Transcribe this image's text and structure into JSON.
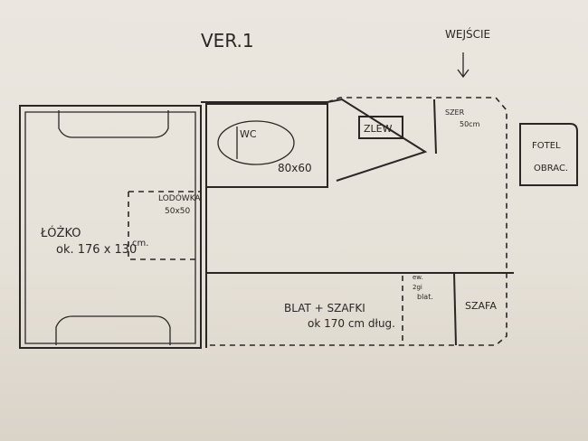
{
  "title": "VER.1",
  "entrance": "WEJŚCIE",
  "bed": {
    "label": "ŁÓŻKO",
    "size": "ok. 176 x 130",
    "unit": "cm."
  },
  "fridge": {
    "label": "LODÓWKA",
    "size": "50x50"
  },
  "wc": {
    "label": "WC",
    "size": "80x60"
  },
  "sink": "ZLEW",
  "width_note": {
    "line1": "SZER",
    "line2": "50cm"
  },
  "armchair": {
    "line1": "FOTEL",
    "line2": "OBRAC."
  },
  "counter": {
    "line1": "BLAT + SZAFKI",
    "line2": "ok 170 cm dług."
  },
  "extra_counter": {
    "line1": "ew.",
    "line2": "2gi",
    "line3": "blat."
  },
  "wardrobe": "SZAFA"
}
